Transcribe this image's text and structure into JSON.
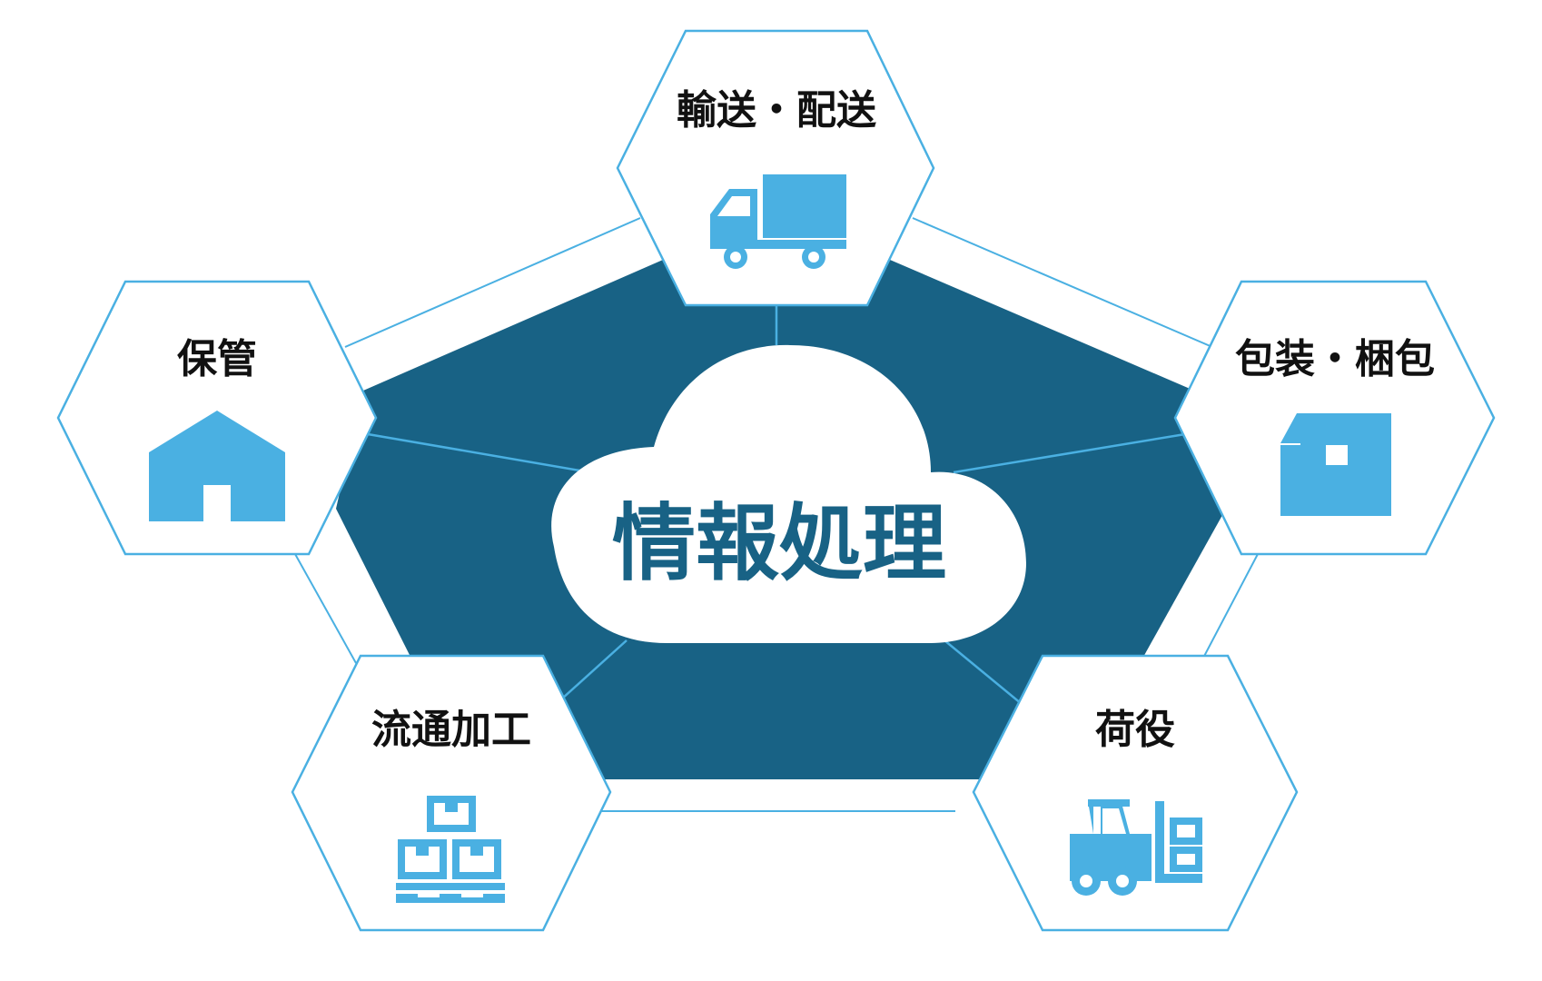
{
  "center": {
    "label": "情報処理"
  },
  "nodes": [
    {
      "id": "transport",
      "label": "輸送・配送",
      "icon": "truck-icon"
    },
    {
      "id": "packaging",
      "label": "包装・梱包",
      "icon": "box-icon"
    },
    {
      "id": "handling",
      "label": "荷役",
      "icon": "forklift-icon"
    },
    {
      "id": "processing",
      "label": "流通加工",
      "icon": "pallet-boxes-icon"
    },
    {
      "id": "storage",
      "label": "保管",
      "icon": "warehouse-icon"
    }
  ],
  "colors": {
    "pentagon": "#186285",
    "accent": "#4AB0E2",
    "outline": "#4AB0E2",
    "text": "#111111",
    "center_text": "#186285",
    "background": "#FFFFFF"
  }
}
